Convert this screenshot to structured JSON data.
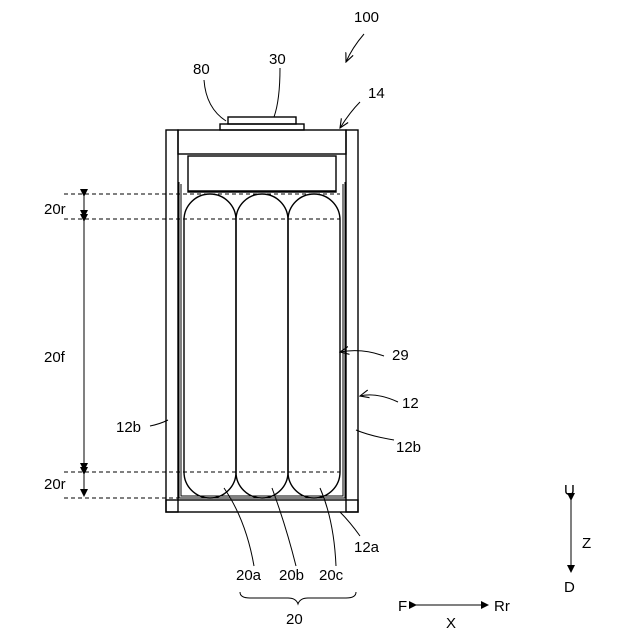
{
  "labels": {
    "battery": "100",
    "terminal": "30",
    "insulator": "80",
    "lid": "14",
    "case": "12",
    "case_bottom": "12a",
    "side_wall_left": "12b",
    "side_wall_right": "12b",
    "holder": "29",
    "electrode_a": "20a",
    "electrode_b": "20b",
    "electrode_c": "20c",
    "electrode_group": "20",
    "flat_region": "20f",
    "r_region_top": "20r",
    "r_region_bottom": "20r"
  },
  "axes": {
    "up": "U",
    "down": "D",
    "z": "Z",
    "front": "F",
    "rear": "Rr",
    "x": "X"
  }
}
